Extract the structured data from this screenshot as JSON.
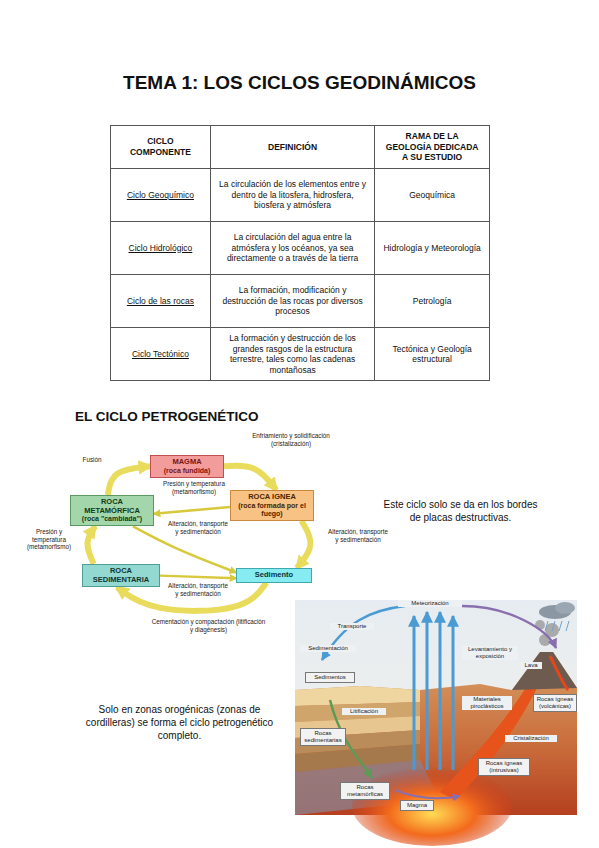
{
  "diagram": {
    "title": "TEMA 1: LOS CICLOS GEODINÁMICOS",
    "nodes": [
      {
        "text": [
          "MAGMA",
          "(roca fundida)"
        ]
      },
      {
        "text": [
          "ROCA METAMÓRFICA",
          "(roca \"cambiada\")"
        ]
      },
      {
        "text": [
          "ROCA IGNEA",
          "(roca formada por el fuego)"
        ]
      },
      {
        "text": [
          "ROCA SEDIMENTARIA"
        ]
      },
      {
        "text": [
          "Sedimento"
        ]
      }
    ],
    "edges": [
      {
        "from": 0,
        "to": 2,
        "arrow": "to",
        "label": "Enfriamiento y solidificación (cristalización)"
      },
      {
        "from": 2,
        "to": 4,
        "arrow": "to",
        "label": "Alteración, transporte y sedimentación"
      },
      {
        "from": 4,
        "to": 3,
        "arrow": "to",
        "label": "Cementación y compactación (litificación y diagénesis)"
      },
      {
        "from": 3,
        "to": 1,
        "arrow": "to",
        "label": "Presión y temperatura (metamorfismo)"
      },
      {
        "from": 1,
        "to": 0,
        "arrow": "to",
        "label": "Fusión"
      },
      {
        "from": 2,
        "to": 1,
        "arrow": "to",
        "label": "Presión y temperatura (metamorfismo)"
      },
      {
        "from": 1,
        "to": 4,
        "arrow": "to",
        "label": "Alteración, transporte y sedimentación"
      },
      {
        "from": 3,
        "to": 4,
        "arrow": "to",
        "label": "Alteración, transporte y sedimentación"
      }
    ],
    "labels": [
      "CICLO COMPONENTE",
      "DEFINICIÓN",
      "RAMA DE LA GEOLOGÍA DEDICADA A SU ESTUDIO",
      "Ciclo Geoquímico",
      "La circulación de los elementos entre y dentro de la litosfera, hidrosfera, biosfera y atmósfera",
      "Geoquímica",
      "Ciclo Hidrológico",
      "La circulación del agua entre la atmósfera y los océanos, ya sea directamente o a través de la tierra",
      "Hidrología y Meteorología",
      "Ciclo de las rocas",
      "La formación, modificación y destrucción de las rocas por diversos procesos",
      "Petrología",
      "Ciclo Tectónico",
      "La formación y destrucción de los grandes rasgos de la estructura terrestre, tales como las cadenas montañosas",
      "Tectónica y Geología estructural",
      "EL CICLO PETROGENÉTICO",
      "Este ciclo solo se da en los bordes de placas destructivas.",
      "Solo en zonas orogénicas (zonas de cordilleras) se forma el ciclo petrogenético completo.",
      "Meteorización",
      "Transporte",
      "Sedimentación",
      "Sedimentos",
      "Litificación",
      "Rocas sedimentarias",
      "Levantamiento y exposición",
      "Materiales piroclásticos",
      "Rocas ígneas (volcánicas)",
      "Lava",
      "Cristalización",
      "Rocas ígneas (intrusivas)",
      "Rocas metamórficas",
      "Magma"
    ]
  }
}
